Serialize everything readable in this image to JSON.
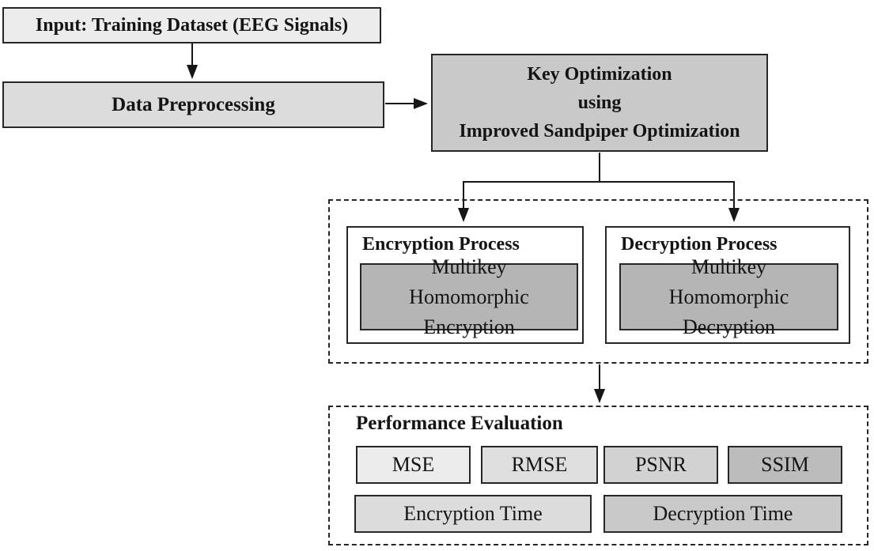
{
  "colors": {
    "canvas_bg": "#ffffff",
    "arrow": "#161616",
    "border": "#262626",
    "text": "#141414"
  },
  "nodes": {
    "input": {
      "label": "Input: Training Dataset (EEG Signals)",
      "fill": "#ececec"
    },
    "preprocessing": {
      "label": "Data Preprocessing",
      "fill": "#dcdcdc"
    },
    "key_optimization": {
      "label": "Key Optimization\nusing\nImproved Sandpiper Optimization",
      "fill": "#c9c9c9"
    },
    "encryption_process": {
      "title": "Encryption Process",
      "fill": "#ffffff",
      "inner": {
        "label": "Multikey Homomorphic Encryption",
        "fill": "#b5b5b5"
      }
    },
    "decryption_process": {
      "title": "Decryption Process",
      "fill": "#ffffff",
      "inner": {
        "label": "Multikey Homomorphic Decryption",
        "fill": "#b5b5b5"
      }
    },
    "performance_evaluation": {
      "title": "Performance Evaluation",
      "metrics": [
        {
          "label": "MSE",
          "fill": "#ececec"
        },
        {
          "label": "RMSE",
          "fill": "#dedede"
        },
        {
          "label": "PSNR",
          "fill": "#d2d2d2"
        },
        {
          "label": "SSIM",
          "fill": "#bcbcbc"
        }
      ],
      "times": [
        {
          "label": "Encryption Time",
          "fill": "#dcdcdc"
        },
        {
          "label": "Decryption Time",
          "fill": "#c9c9c9"
        }
      ]
    }
  }
}
